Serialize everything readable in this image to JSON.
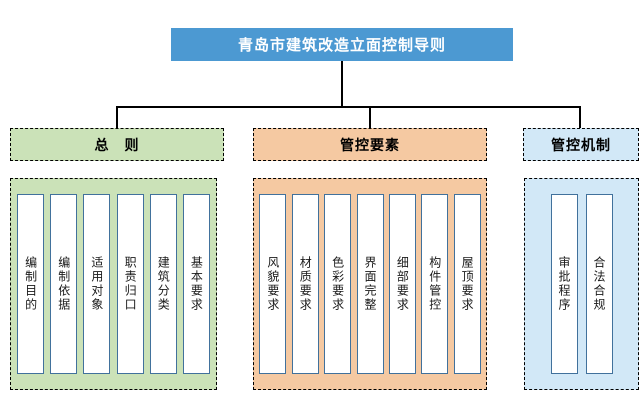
{
  "title": {
    "label": "青岛市建筑改造立面控制导则",
    "bg": "#4C99D2",
    "text_color": "#FFFFFF"
  },
  "groups": [
    {
      "header": "总　则",
      "color": "#CBE2B8",
      "items": [
        "编制目的",
        "编制依据",
        "适用对象",
        "职责归口",
        "建筑分类",
        "基本要求"
      ]
    },
    {
      "header": "管控要素",
      "color": "#F5C9A2",
      "items": [
        "风貌要求",
        "材质要求",
        "色彩要求",
        "界面完整",
        "细部要求",
        "构件管控",
        "屋顶要求"
      ]
    },
    {
      "header": "管控机制",
      "color": "#D2E8F7",
      "items": [
        "审批程序",
        "合法合规"
      ]
    }
  ],
  "colors": {
    "connector": "#000000",
    "dashed_border": "#000000",
    "item_border": "#41719C",
    "item_bg": "#FFFFFF"
  }
}
